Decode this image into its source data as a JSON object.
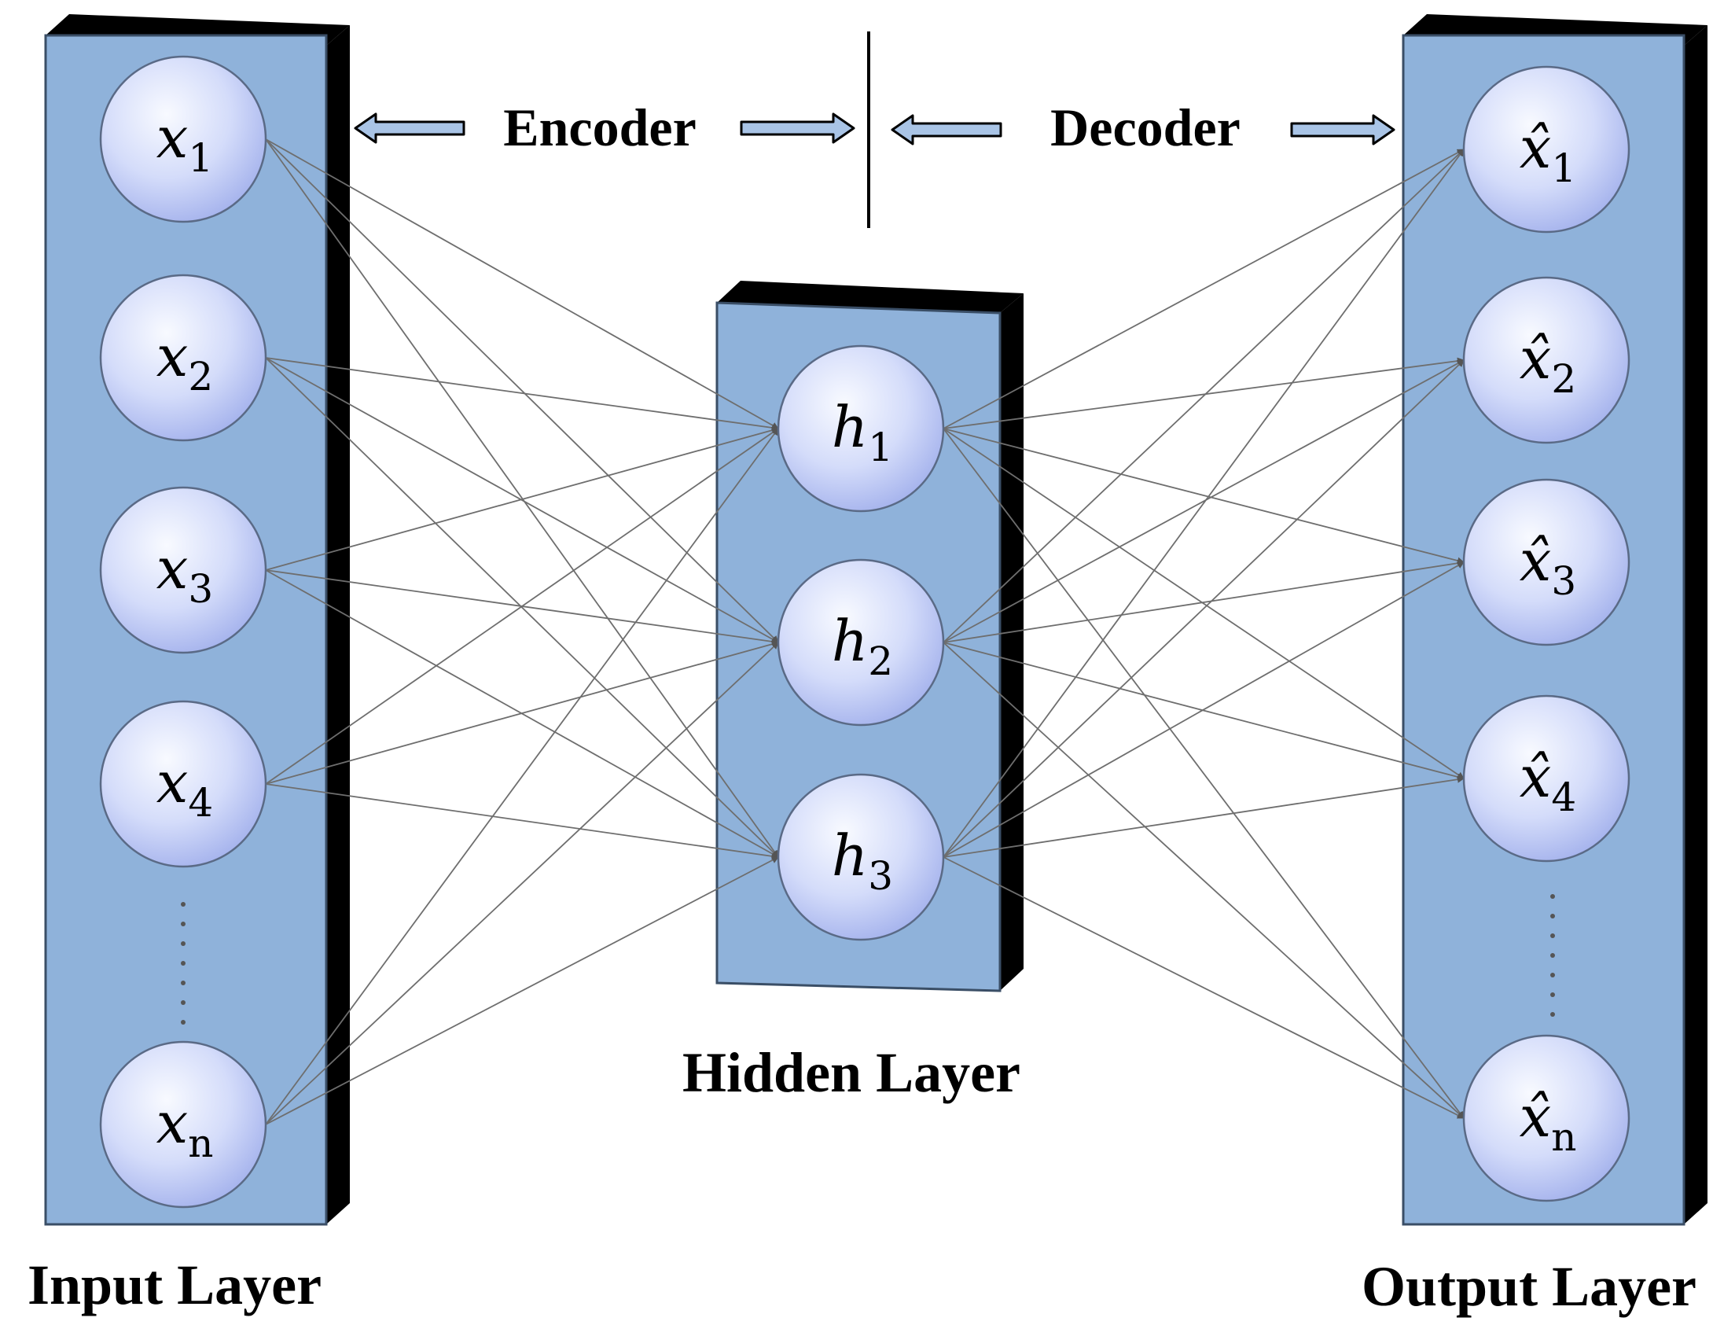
{
  "labels": {
    "encoder": "Encoder",
    "decoder": "Decoder",
    "input_layer": "Input Layer",
    "hidden_layer": "Hidden Layer",
    "output_layer": "Output Layer"
  },
  "input_nodes": [
    {
      "var": "x",
      "sub": "1"
    },
    {
      "var": "x",
      "sub": "2"
    },
    {
      "var": "x",
      "sub": "3"
    },
    {
      "var": "x",
      "sub": "4"
    },
    {
      "var": "x",
      "sub": "n"
    }
  ],
  "hidden_nodes": [
    {
      "var": "h",
      "sub": "1"
    },
    {
      "var": "h",
      "sub": "2"
    },
    {
      "var": "h",
      "sub": "3"
    }
  ],
  "output_nodes": [
    {
      "var": "x̂",
      "sub": "1"
    },
    {
      "var": "x̂",
      "sub": "2"
    },
    {
      "var": "x̂",
      "sub": "3"
    },
    {
      "var": "x̂",
      "sub": "4"
    },
    {
      "var": "x̂",
      "sub": "n"
    }
  ],
  "colors": {
    "panel": "#8fb2da",
    "panel_stroke": "#3a4e66",
    "panel_shadow": "#000000",
    "node_center": "#f6f8ff",
    "node_edge": "#aab7ef",
    "node_stroke": "#5a6a86",
    "arrow_fill": "#a9c4e6",
    "edge_line": "#6e6e6e"
  }
}
